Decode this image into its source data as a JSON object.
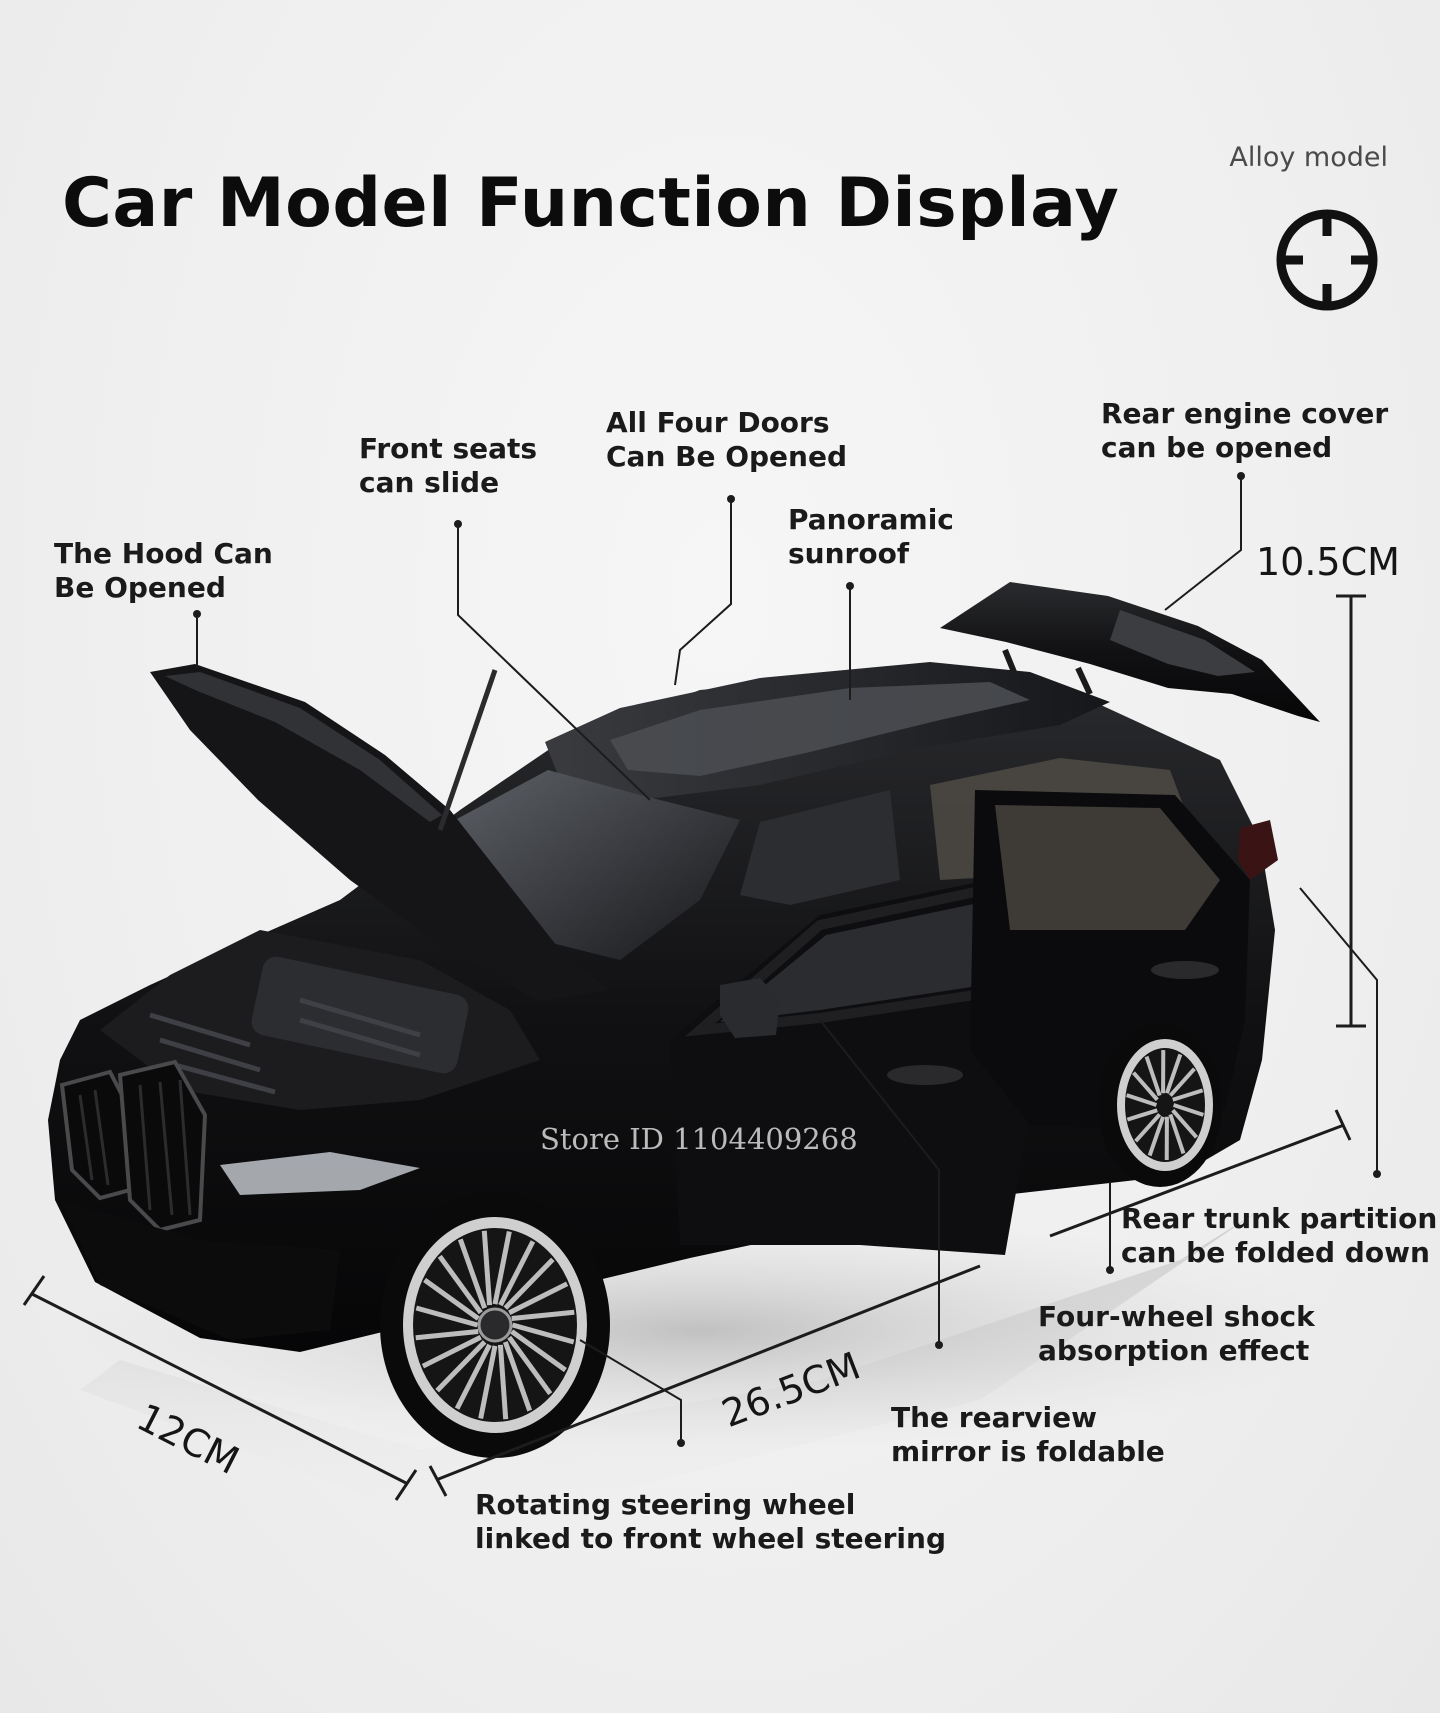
{
  "header": {
    "title": "Car Model Function Display",
    "material_label": "Alloy model",
    "icon": "crosshair-icon"
  },
  "callouts": {
    "hood": [
      "The Hood Can",
      "Be Opened"
    ],
    "front_seats": [
      "Front seats",
      "can slide"
    ],
    "four_doors": [
      "All Four Doors",
      "Can Be Opened"
    ],
    "sunroof": [
      "Panoramic",
      "sunroof"
    ],
    "rear_cover": [
      "Rear engine cover",
      "can be opened"
    ],
    "trunk_partition": [
      "Rear trunk partition",
      "can be folded down"
    ],
    "shock": [
      "Four-wheel shock",
      "absorption effect"
    ],
    "mirror": [
      "The rearview",
      "mirror is foldable"
    ],
    "steering": [
      "Rotating steering wheel",
      "linked to front wheel steering"
    ]
  },
  "dimensions": {
    "height": "10.5CM",
    "width": "12CM",
    "length": "26.5CM"
  },
  "watermark": "Store ID 1104409268",
  "colors": {
    "car_body": "#121214",
    "rim": "#c9c9c9",
    "background": "#f1f1f1"
  }
}
